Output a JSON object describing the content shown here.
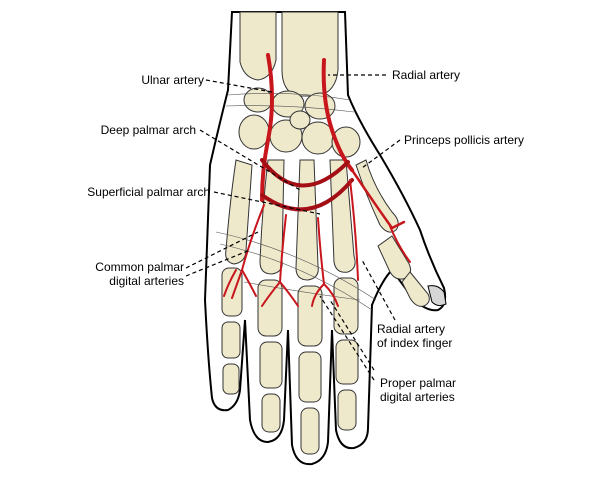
{
  "labels": {
    "ulnar_artery": "Ulnar artery",
    "radial_artery": "Radial artery",
    "deep_palmar_arch": "Deep palmar arch",
    "princeps_pollicis": "Princeps pollicis artery",
    "superficial_palmar_arch": "Superficial palmar arch",
    "common_palmar_digital_1": "Common palmar",
    "common_palmar_digital_2": "digital arteries",
    "radial_index_1": "Radial artery",
    "radial_index_2": "of index finger",
    "proper_palmar_digital_1": "Proper palmar",
    "proper_palmar_digital_2": "digital arteries"
  },
  "colors": {
    "artery": "#c8161d",
    "bone": "#efe9cc",
    "nail": "#d6d6d6"
  }
}
